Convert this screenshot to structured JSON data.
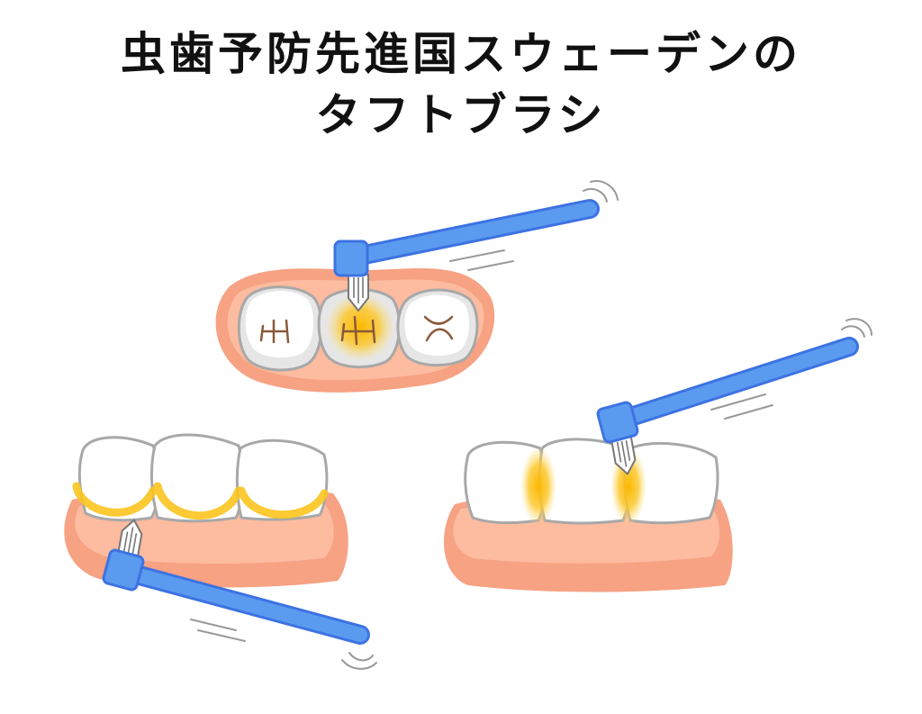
{
  "title": {
    "line1": "虫歯予防先進国スウェーデンの",
    "line2": "タフトブラシ"
  },
  "colors": {
    "brush": "#5b9bef",
    "brush_stroke": "#3d72e3",
    "gum_outer": "#f6a283",
    "gum_inner": "#fdbb9f",
    "plaque": "#fbc520",
    "tooth_stroke": "#a8a8a8"
  },
  "scenes": [
    {
      "name": "occlusal-view-brushing"
    },
    {
      "name": "gumline-brushing"
    },
    {
      "name": "interdental-brushing"
    }
  ]
}
